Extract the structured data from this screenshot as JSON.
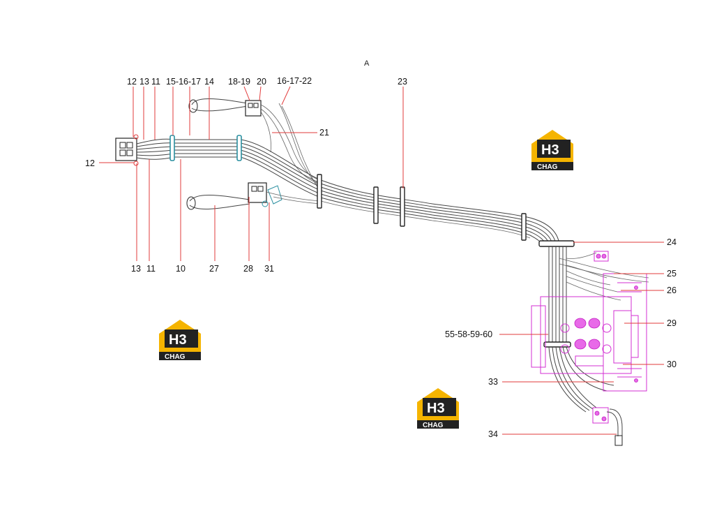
{
  "view_title": "A",
  "labels": {
    "l12_top": "12",
    "l13_top": "13",
    "l11_top": "11",
    "l15_16_17": "15-16-17",
    "l14": "14",
    "l18_19": "18-19",
    "l20": "20",
    "l16_17_22": "16-17-22",
    "l23": "23",
    "l21": "21",
    "l12_left": "12",
    "l13_bottom": "13",
    "l11_bottom": "11",
    "l10": "10",
    "l27": "27",
    "l28": "28",
    "l31": "31",
    "l24": "24",
    "l25": "25",
    "l26": "26",
    "l29": "29",
    "l55_58_59_60": "55-58-59-60",
    "l30": "30",
    "l33": "33",
    "l34": "34"
  },
  "watermarks": [
    {
      "top": "H3",
      "bottom": "CHAG"
    },
    {
      "top": "H3",
      "bottom": "CHAG"
    },
    {
      "top": "H3",
      "bottom": "CHAG"
    }
  ],
  "colors": {
    "leader_red": "#e23b3b",
    "valve_magenta": "#d32fd3",
    "clamp_teal": "#2a8fa0",
    "logo_yellow": "#f5b400",
    "logo_dark": "#222222"
  }
}
